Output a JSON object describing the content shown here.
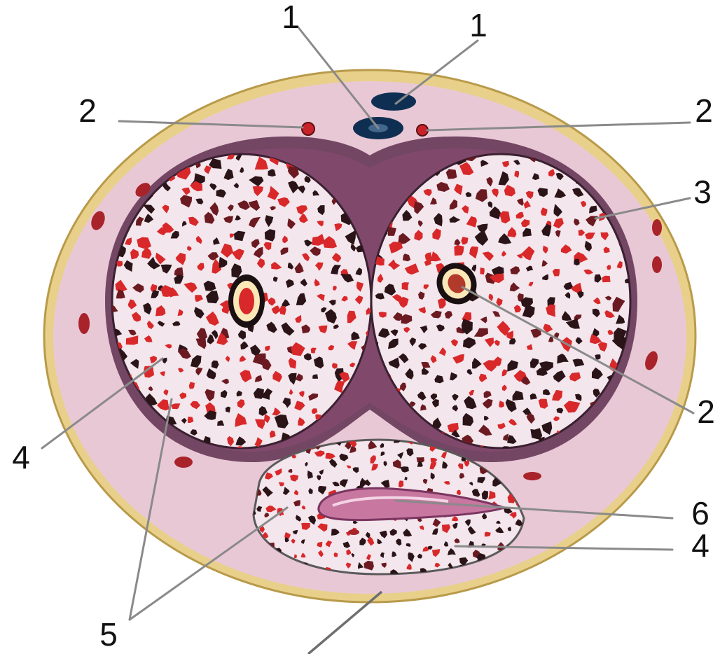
{
  "diagram": {
    "colors": {
      "skin_outer": "#e8d08a",
      "fascia": "#e9c8d6",
      "tunica": "#5e2f4f",
      "tissue_bg": "#f3e6ec",
      "cavity_red": "#d8282a",
      "cavity_dark": "#2a1418",
      "vein": "#0f2f52",
      "artery": "#c8222a",
      "urethra": "#c777a0"
    },
    "labels": [
      {
        "id": "label-1-left",
        "text": "1"
      },
      {
        "id": "label-1-right",
        "text": "1"
      },
      {
        "id": "label-2-left",
        "text": "2"
      },
      {
        "id": "label-2-right-top",
        "text": "2"
      },
      {
        "id": "label-3",
        "text": "3"
      },
      {
        "id": "label-2-right-bottom",
        "text": "2"
      },
      {
        "id": "label-4-left",
        "text": "4"
      },
      {
        "id": "label-6",
        "text": "6"
      },
      {
        "id": "label-4-right",
        "text": "4"
      },
      {
        "id": "label-5",
        "text": "5"
      }
    ]
  }
}
